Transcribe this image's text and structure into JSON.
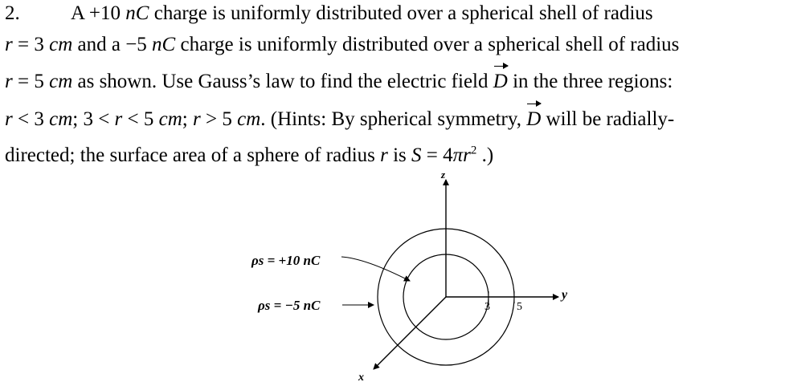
{
  "problem": {
    "number": "2.",
    "line1": {
      "a": "A +10",
      "unit": "nC",
      "b": " charge is uniformly distributed over a spherical shell of radius"
    },
    "line2": {
      "r": "r",
      "eq": " = 3",
      "unit": "cm",
      "b": " and a −5",
      "charge_unit": "nC",
      "c": " charge is uniformly distributed over a spherical shell of radius"
    },
    "line3": {
      "r": "r",
      "eq": " = 5",
      "unit": "cm",
      "b": " as shown.  Use Gauss’s law to find the electric field ",
      "d": "D",
      "c": " in the three regions:"
    },
    "line4": {
      "r1": "r",
      "a": " < 3",
      "u1": "cm",
      "b": "; 3 < ",
      "r2": "r",
      "c": " < 5",
      "u2": "cm",
      "d": "; ",
      "r3": "r",
      "e": " > 5",
      "u3": "cm",
      "f": ".  (Hints:  By spherical symmetry, ",
      "dvec": "D",
      "g": " will be radially-"
    },
    "line5": {
      "a": "directed; the surface area of a sphere of radius ",
      "r": "r",
      "b": " is ",
      "s": "S",
      "c": " = 4",
      "pi": "πr",
      "exp": "2",
      "d": " .)"
    }
  },
  "figure": {
    "axis_z": "z",
    "axis_y": "y",
    "axis_x": "x",
    "label_outer": "ρs = +10 nC",
    "label_inner": "ρs = −5 nC",
    "tick_3": "3",
    "tick_5": "5"
  }
}
